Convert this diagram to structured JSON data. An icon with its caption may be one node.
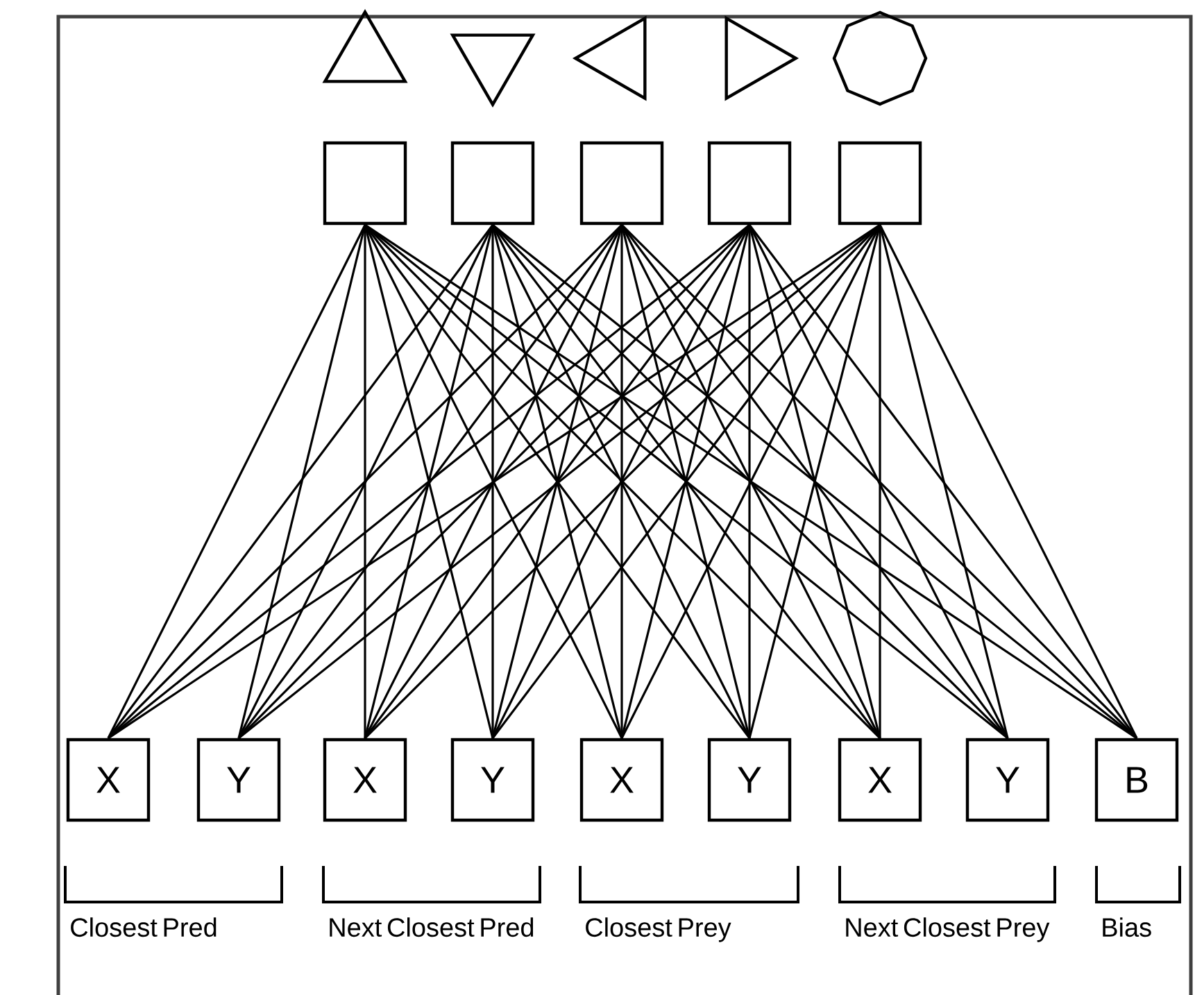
{
  "diagram": {
    "nodes": [
      {
        "text": [],
        "shape": "triangle"
      },
      {
        "text": [],
        "shape": "triangle"
      },
      {
        "text": [],
        "shape": "triangle"
      },
      {
        "text": [],
        "shape": "triangle"
      },
      {
        "text": [],
        "shape": "octagon"
      },
      {
        "text": [],
        "shape": "box"
      },
      {
        "text": [],
        "shape": "box"
      },
      {
        "text": [],
        "shape": "box"
      },
      {
        "text": [],
        "shape": "box"
      },
      {
        "text": [],
        "shape": "box"
      },
      {
        "text": [
          "X"
        ]
      },
      {
        "text": [
          "Y"
        ]
      },
      {
        "text": [
          "X"
        ]
      },
      {
        "text": [
          "Y"
        ]
      },
      {
        "text": [
          "X"
        ]
      },
      {
        "text": [
          "Y"
        ]
      },
      {
        "text": [
          "X"
        ]
      },
      {
        "text": [
          "Y"
        ]
      },
      {
        "text": [
          "B"
        ]
      }
    ],
    "edges": [
      {
        "from": 10,
        "to": 5,
        "arrow": "none"
      },
      {
        "from": 10,
        "to": 6,
        "arrow": "none"
      },
      {
        "from": 10,
        "to": 7,
        "arrow": "none"
      },
      {
        "from": 10,
        "to": 8,
        "arrow": "none"
      },
      {
        "from": 10,
        "to": 9,
        "arrow": "none"
      },
      {
        "from": 11,
        "to": 5,
        "arrow": "none"
      },
      {
        "from": 11,
        "to": 6,
        "arrow": "none"
      },
      {
        "from": 11,
        "to": 7,
        "arrow": "none"
      },
      {
        "from": 11,
        "to": 8,
        "arrow": "none"
      },
      {
        "from": 11,
        "to": 9,
        "arrow": "none"
      },
      {
        "from": 12,
        "to": 5,
        "arrow": "none"
      },
      {
        "from": 12,
        "to": 6,
        "arrow": "none"
      },
      {
        "from": 12,
        "to": 7,
        "arrow": "none"
      },
      {
        "from": 12,
        "to": 8,
        "arrow": "none"
      },
      {
        "from": 12,
        "to": 9,
        "arrow": "none"
      },
      {
        "from": 13,
        "to": 5,
        "arrow": "none"
      },
      {
        "from": 13,
        "to": 6,
        "arrow": "none"
      },
      {
        "from": 13,
        "to": 7,
        "arrow": "none"
      },
      {
        "from": 13,
        "to": 8,
        "arrow": "none"
      },
      {
        "from": 13,
        "to": 9,
        "arrow": "none"
      },
      {
        "from": 14,
        "to": 5,
        "arrow": "none"
      },
      {
        "from": 14,
        "to": 6,
        "arrow": "none"
      },
      {
        "from": 14,
        "to": 7,
        "arrow": "none"
      },
      {
        "from": 14,
        "to": 8,
        "arrow": "none"
      },
      {
        "from": 14,
        "to": 9,
        "arrow": "none"
      },
      {
        "from": 15,
        "to": 5,
        "arrow": "none"
      },
      {
        "from": 15,
        "to": 6,
        "arrow": "none"
      },
      {
        "from": 15,
        "to": 7,
        "arrow": "none"
      },
      {
        "from": 15,
        "to": 8,
        "arrow": "none"
      },
      {
        "from": 15,
        "to": 9,
        "arrow": "none"
      },
      {
        "from": 16,
        "to": 5,
        "arrow": "none"
      },
      {
        "from": 16,
        "to": 6,
        "arrow": "none"
      },
      {
        "from": 16,
        "to": 7,
        "arrow": "none"
      },
      {
        "from": 16,
        "to": 8,
        "arrow": "none"
      },
      {
        "from": 16,
        "to": 9,
        "arrow": "none"
      },
      {
        "from": 17,
        "to": 5,
        "arrow": "none"
      },
      {
        "from": 17,
        "to": 6,
        "arrow": "none"
      },
      {
        "from": 17,
        "to": 7,
        "arrow": "none"
      },
      {
        "from": 17,
        "to": 8,
        "arrow": "none"
      },
      {
        "from": 17,
        "to": 9,
        "arrow": "none"
      },
      {
        "from": 18,
        "to": 5,
        "arrow": "none"
      },
      {
        "from": 18,
        "to": 6,
        "arrow": "none"
      },
      {
        "from": 18,
        "to": 7,
        "arrow": "none"
      },
      {
        "from": 18,
        "to": 8,
        "arrow": "none"
      },
      {
        "from": 18,
        "to": 9,
        "arrow": "none"
      }
    ],
    "labels": [
      "Closest Pred",
      "Next Closest Pred",
      "Closest Prey",
      "Next Closest Prey",
      "Bias"
    ]
  }
}
